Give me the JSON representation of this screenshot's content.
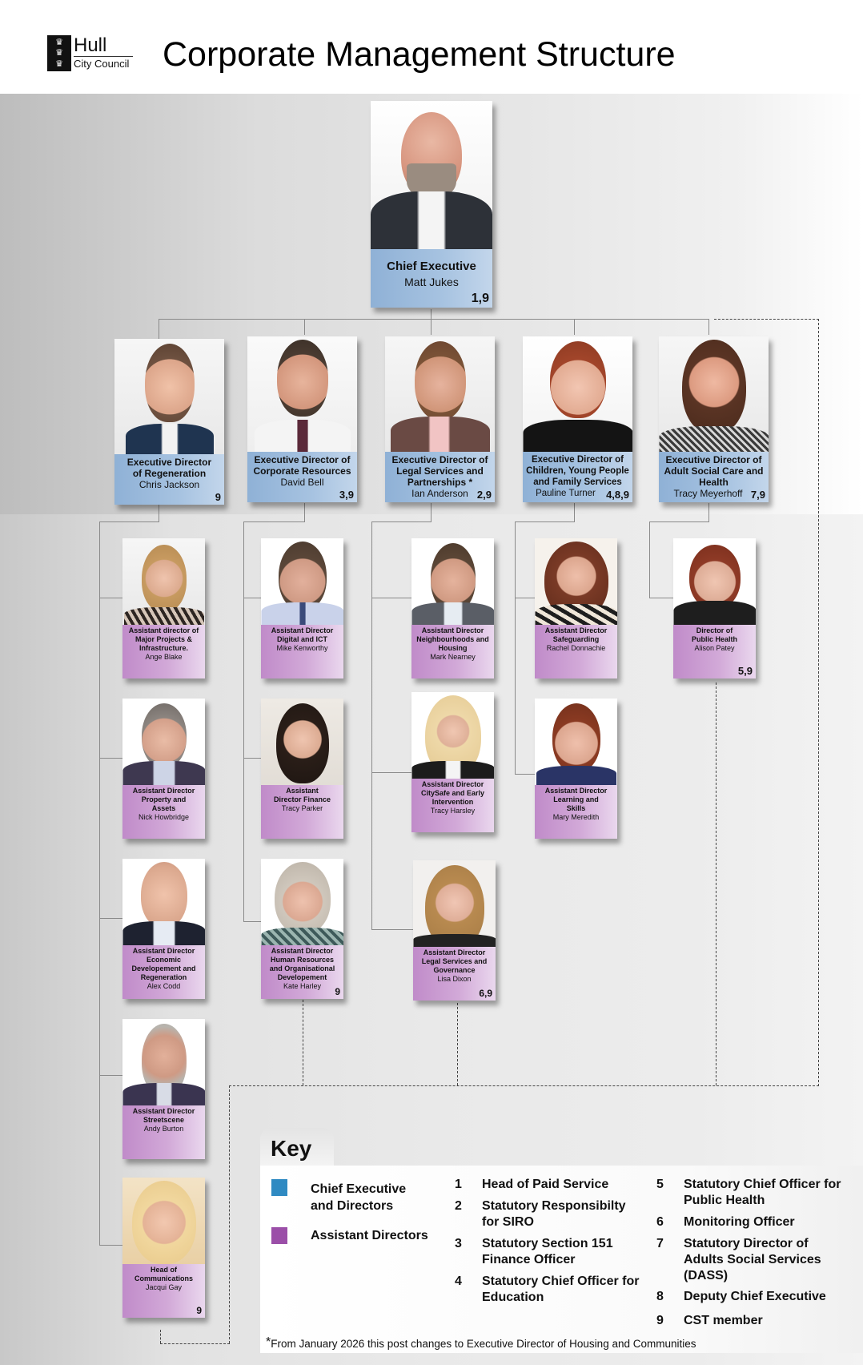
{
  "header": {
    "logo_line1": "Hull",
    "logo_line2": "City Council",
    "title": "Corporate Management Structure"
  },
  "colors": {
    "director_blue": "#8fb1d6",
    "assistant_purple": "#c08bc9",
    "key_blue": "#2f8ac2",
    "key_purple": "#9b4fa8"
  },
  "chief": {
    "role": "Chief Executive",
    "name": "Matt Jukes",
    "codes": "1,9"
  },
  "directors": [
    {
      "role": "Executive Director of Regeneration",
      "name": "Chris Jackson",
      "codes": "9"
    },
    {
      "role": "Executive Director of Corporate Resources",
      "name": "David Bell",
      "codes": "3,9"
    },
    {
      "role": "Executive Director of Legal Services and Partnerships *",
      "name": "Ian Anderson",
      "codes": "2,9"
    },
    {
      "role": "Executive Director of Children, Young People and Family Services",
      "name": "Pauline Turner",
      "codes": "4,8,9"
    },
    {
      "role": "Executive Director of Adult Social Care and Health",
      "name": "Tracy Meyerhoff",
      "codes": "7,9"
    }
  ],
  "assistants": {
    "regeneration": [
      {
        "role": "Assistant director of Major Projects & Infrastructure.",
        "name": "Ange Blake",
        "codes": ""
      },
      {
        "role": "Assistant Director Property and Assets",
        "name": "Nick Howbridge",
        "codes": ""
      },
      {
        "role": "Assistant Director Economic Developement and Regeneration",
        "name": "Alex Codd",
        "codes": ""
      },
      {
        "role": "Assistant Director Streetscene",
        "name": "Andy Burton",
        "codes": ""
      },
      {
        "role": "Head of Communications",
        "name": "Jacqui Gay",
        "codes": "9"
      }
    ],
    "corporate": [
      {
        "role": "Assistant Director Digital and ICT",
        "name": "Mike Kenworthy",
        "codes": ""
      },
      {
        "role": "Assistant Director Finance",
        "name": "Tracy Parker",
        "codes": ""
      },
      {
        "role": "Assistant Director Human Resources and Organisational Developement",
        "name": "Kate Harley",
        "codes": "9"
      }
    ],
    "legal": [
      {
        "role": "Assistant Director Neighbourhoods and Housing",
        "name": "Mark Nearney",
        "codes": ""
      },
      {
        "role": "Assistant Director CitySafe and Early Intervention",
        "name": "Tracy Harsley",
        "codes": ""
      },
      {
        "role": "Assistant Director Legal Services and Governance",
        "name": "Lisa Dixon",
        "codes": "6,9"
      }
    ],
    "children": [
      {
        "role": "Assistant Director Safeguarding",
        "name": "Rachel Donnachie",
        "codes": ""
      },
      {
        "role": "Assistant Director Learning and Skills",
        "name": "Mary Meredith",
        "codes": ""
      }
    ],
    "adult": [
      {
        "role": "Director of Public Health",
        "name": "Alison Patey",
        "codes": "5,9"
      }
    ]
  },
  "key": {
    "title": "Key",
    "legend": [
      {
        "label": "Chief Executive\nand Directors"
      },
      {
        "label": "Assistant Directors"
      }
    ],
    "items": [
      {
        "num": "1",
        "text": "Head of Paid Service"
      },
      {
        "num": "2",
        "text": "Statutory Responsibilty\nfor SIRO"
      },
      {
        "num": "3",
        "text": "Statutory Section 151\nFinance Officer"
      },
      {
        "num": "4",
        "text": "Statutory Chief Officer for\nEducation"
      },
      {
        "num": "5",
        "text": "Statutory Chief Officer for\nPublic Health"
      },
      {
        "num": "6",
        "text": "Monitoring Officer"
      },
      {
        "num": "7",
        "text": "Statutory Director of\nAdults Social Services\n(DASS)"
      },
      {
        "num": "8",
        "text": "Deputy Chief Executive"
      },
      {
        "num": "9",
        "text": "CST member"
      }
    ],
    "footnote_mark": "*",
    "footnote": "From January 2026 this post changes to Executive Director of Housing and Communities"
  }
}
